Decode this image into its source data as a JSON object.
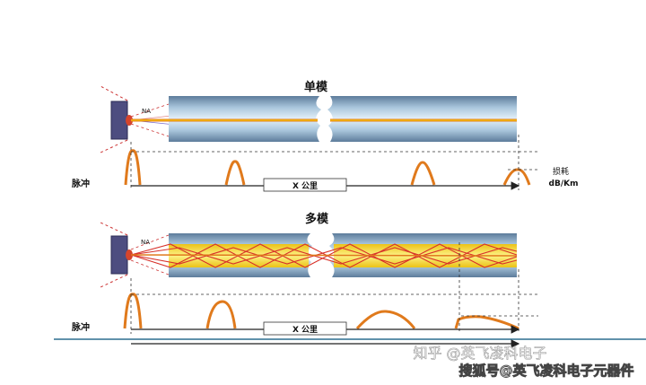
{
  "single_mode": {
    "title": "单模",
    "na_label": "NA",
    "pulse_label": "脉冲",
    "distance_label": "X 公里",
    "loss_label_line1": "损耗",
    "loss_label_line2": "dB/Km"
  },
  "multi_mode": {
    "title": "多模",
    "na_label": "NA",
    "pulse_label": "脉冲",
    "distance_label": "X 公里"
  },
  "watermark": {
    "zhihu": "知乎 @英飞凌科电子",
    "sohu": "搜狐号@英飞凌科电子元器件"
  },
  "colors": {
    "fiber_dark": "#5f7f9e",
    "fiber_light": "#cde0ee",
    "core_yellow": "#ffd400",
    "ray_red": "#d8312a",
    "pulse_orange": "#e07a1c",
    "source_block": "#4d4d80"
  }
}
